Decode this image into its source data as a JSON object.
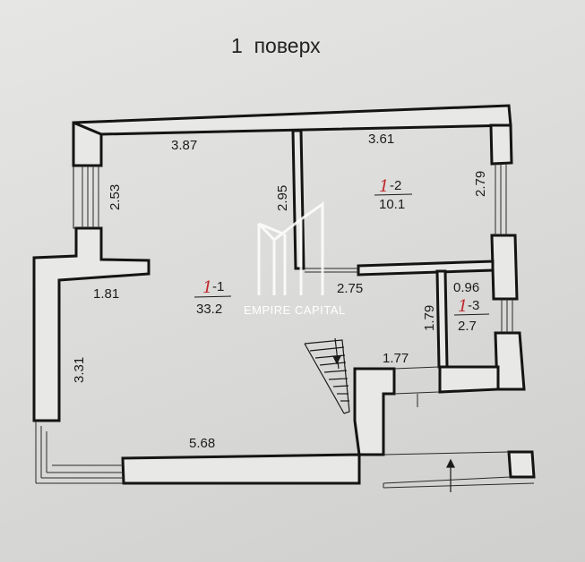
{
  "title": "1  поверх",
  "rooms": [
    {
      "id_prefix": "1",
      "id_suffix": "-1",
      "area": "33.2"
    },
    {
      "id_prefix": "1",
      "id_suffix": "-2",
      "area": "10.1"
    },
    {
      "id_prefix": "1",
      "id_suffix": "-3",
      "area": "2.7"
    }
  ],
  "dimensions": {
    "d_387": "3.87",
    "d_361": "3.61",
    "d_253": "2.53",
    "d_295": "2.95",
    "d_279": "2.79",
    "d_181": "1.81",
    "d_275": "2.75",
    "d_096": "0.96",
    "d_179": "1.79",
    "d_331": "3.31",
    "d_177": "1.77",
    "d_568": "5.68"
  },
  "watermark": "EMPIRE CAPITAL",
  "colors": {
    "wall": "#e8e8e6",
    "line": "#141414",
    "mark": "#c0262b",
    "watermark": "#ffffff"
  }
}
